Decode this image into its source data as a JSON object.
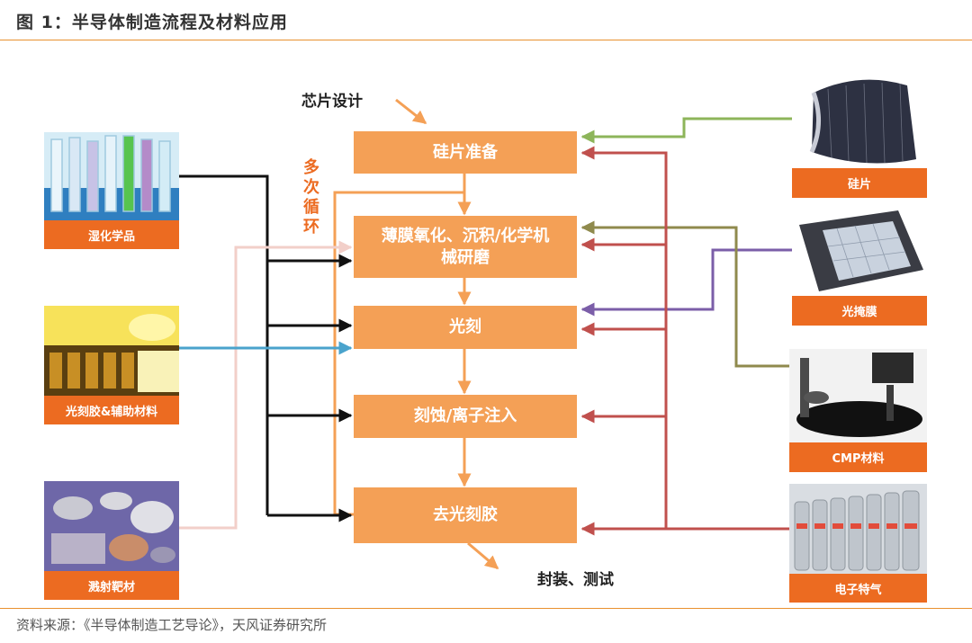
{
  "title": "图 1：半导体制造流程及材料应用",
  "source": "资料来源：《半导体制造工艺导论》，天风证券研究所",
  "flow": {
    "start_label": "芯片设计",
    "end_label": "封装、测试",
    "cycle_label": [
      "多",
      "次",
      "循",
      "环"
    ],
    "steps": [
      "硅片准备",
      "薄膜氧化、沉积/化学机\n械研磨",
      "光刻",
      "刻蚀/离子注入",
      "去光刻胶"
    ]
  },
  "materials": {
    "left": [
      "湿化学品",
      "光刻胶&辅助材料",
      "溅射靶材"
    ],
    "right": [
      "硅片",
      "光掩膜",
      "CMP材料",
      "电子特气"
    ]
  },
  "colors": {
    "accent": "#ec6b21",
    "step_fill": "#f4a056",
    "line_black": "#111111",
    "line_pink": "#f2cfc9",
    "line_blue": "#4aa3cc",
    "line_green": "#8db55a",
    "line_purple": "#7b5ea8",
    "line_olive": "#8f8a4d",
    "line_red": "#c0504d"
  }
}
